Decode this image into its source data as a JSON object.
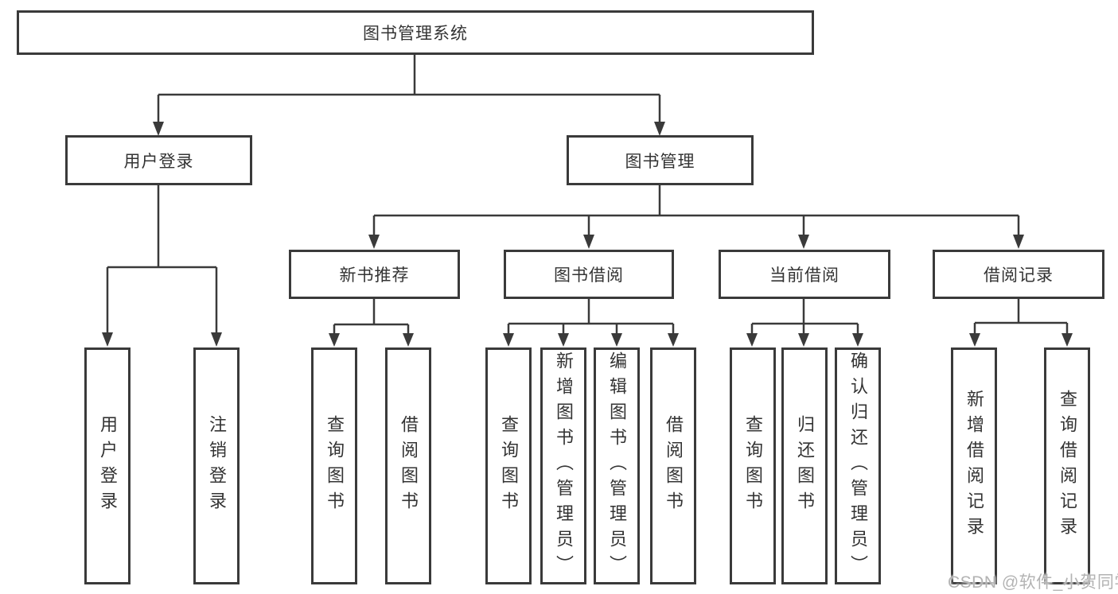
{
  "diagram_title": "图书管理系统",
  "colors": {
    "line": "#3a3a3a",
    "box_border": "#3a3a3a",
    "box_text": "#333333",
    "background": "#ffffff",
    "watermark_text": "#b3b3b3"
  },
  "tree": {
    "label": "图书管理系统",
    "children": [
      {
        "label": "用户登录",
        "children": [
          {
            "label": "用户登录"
          },
          {
            "label": "注销登录"
          }
        ]
      },
      {
        "label": "图书管理",
        "children": [
          {
            "label": "新书推荐",
            "children": [
              {
                "label": "查询图书"
              },
              {
                "label": "借阅图书"
              }
            ]
          },
          {
            "label": "图书借阅",
            "children": [
              {
                "label": "查询图书"
              },
              {
                "label": "新增图书（管理员）"
              },
              {
                "label": "编辑图书（管理员）"
              },
              {
                "label": "借阅图书"
              }
            ]
          },
          {
            "label": "当前借阅",
            "children": [
              {
                "label": "查询图书"
              },
              {
                "label": "归还图书"
              },
              {
                "label": "确认归还（管理员）"
              }
            ]
          },
          {
            "label": "借阅记录",
            "children": [
              {
                "label": "新增借阅记录"
              },
              {
                "label": "查询借阅记录"
              }
            ]
          }
        ]
      }
    ]
  },
  "watermark": {
    "text": "CSDN @软件_小贺同学"
  }
}
